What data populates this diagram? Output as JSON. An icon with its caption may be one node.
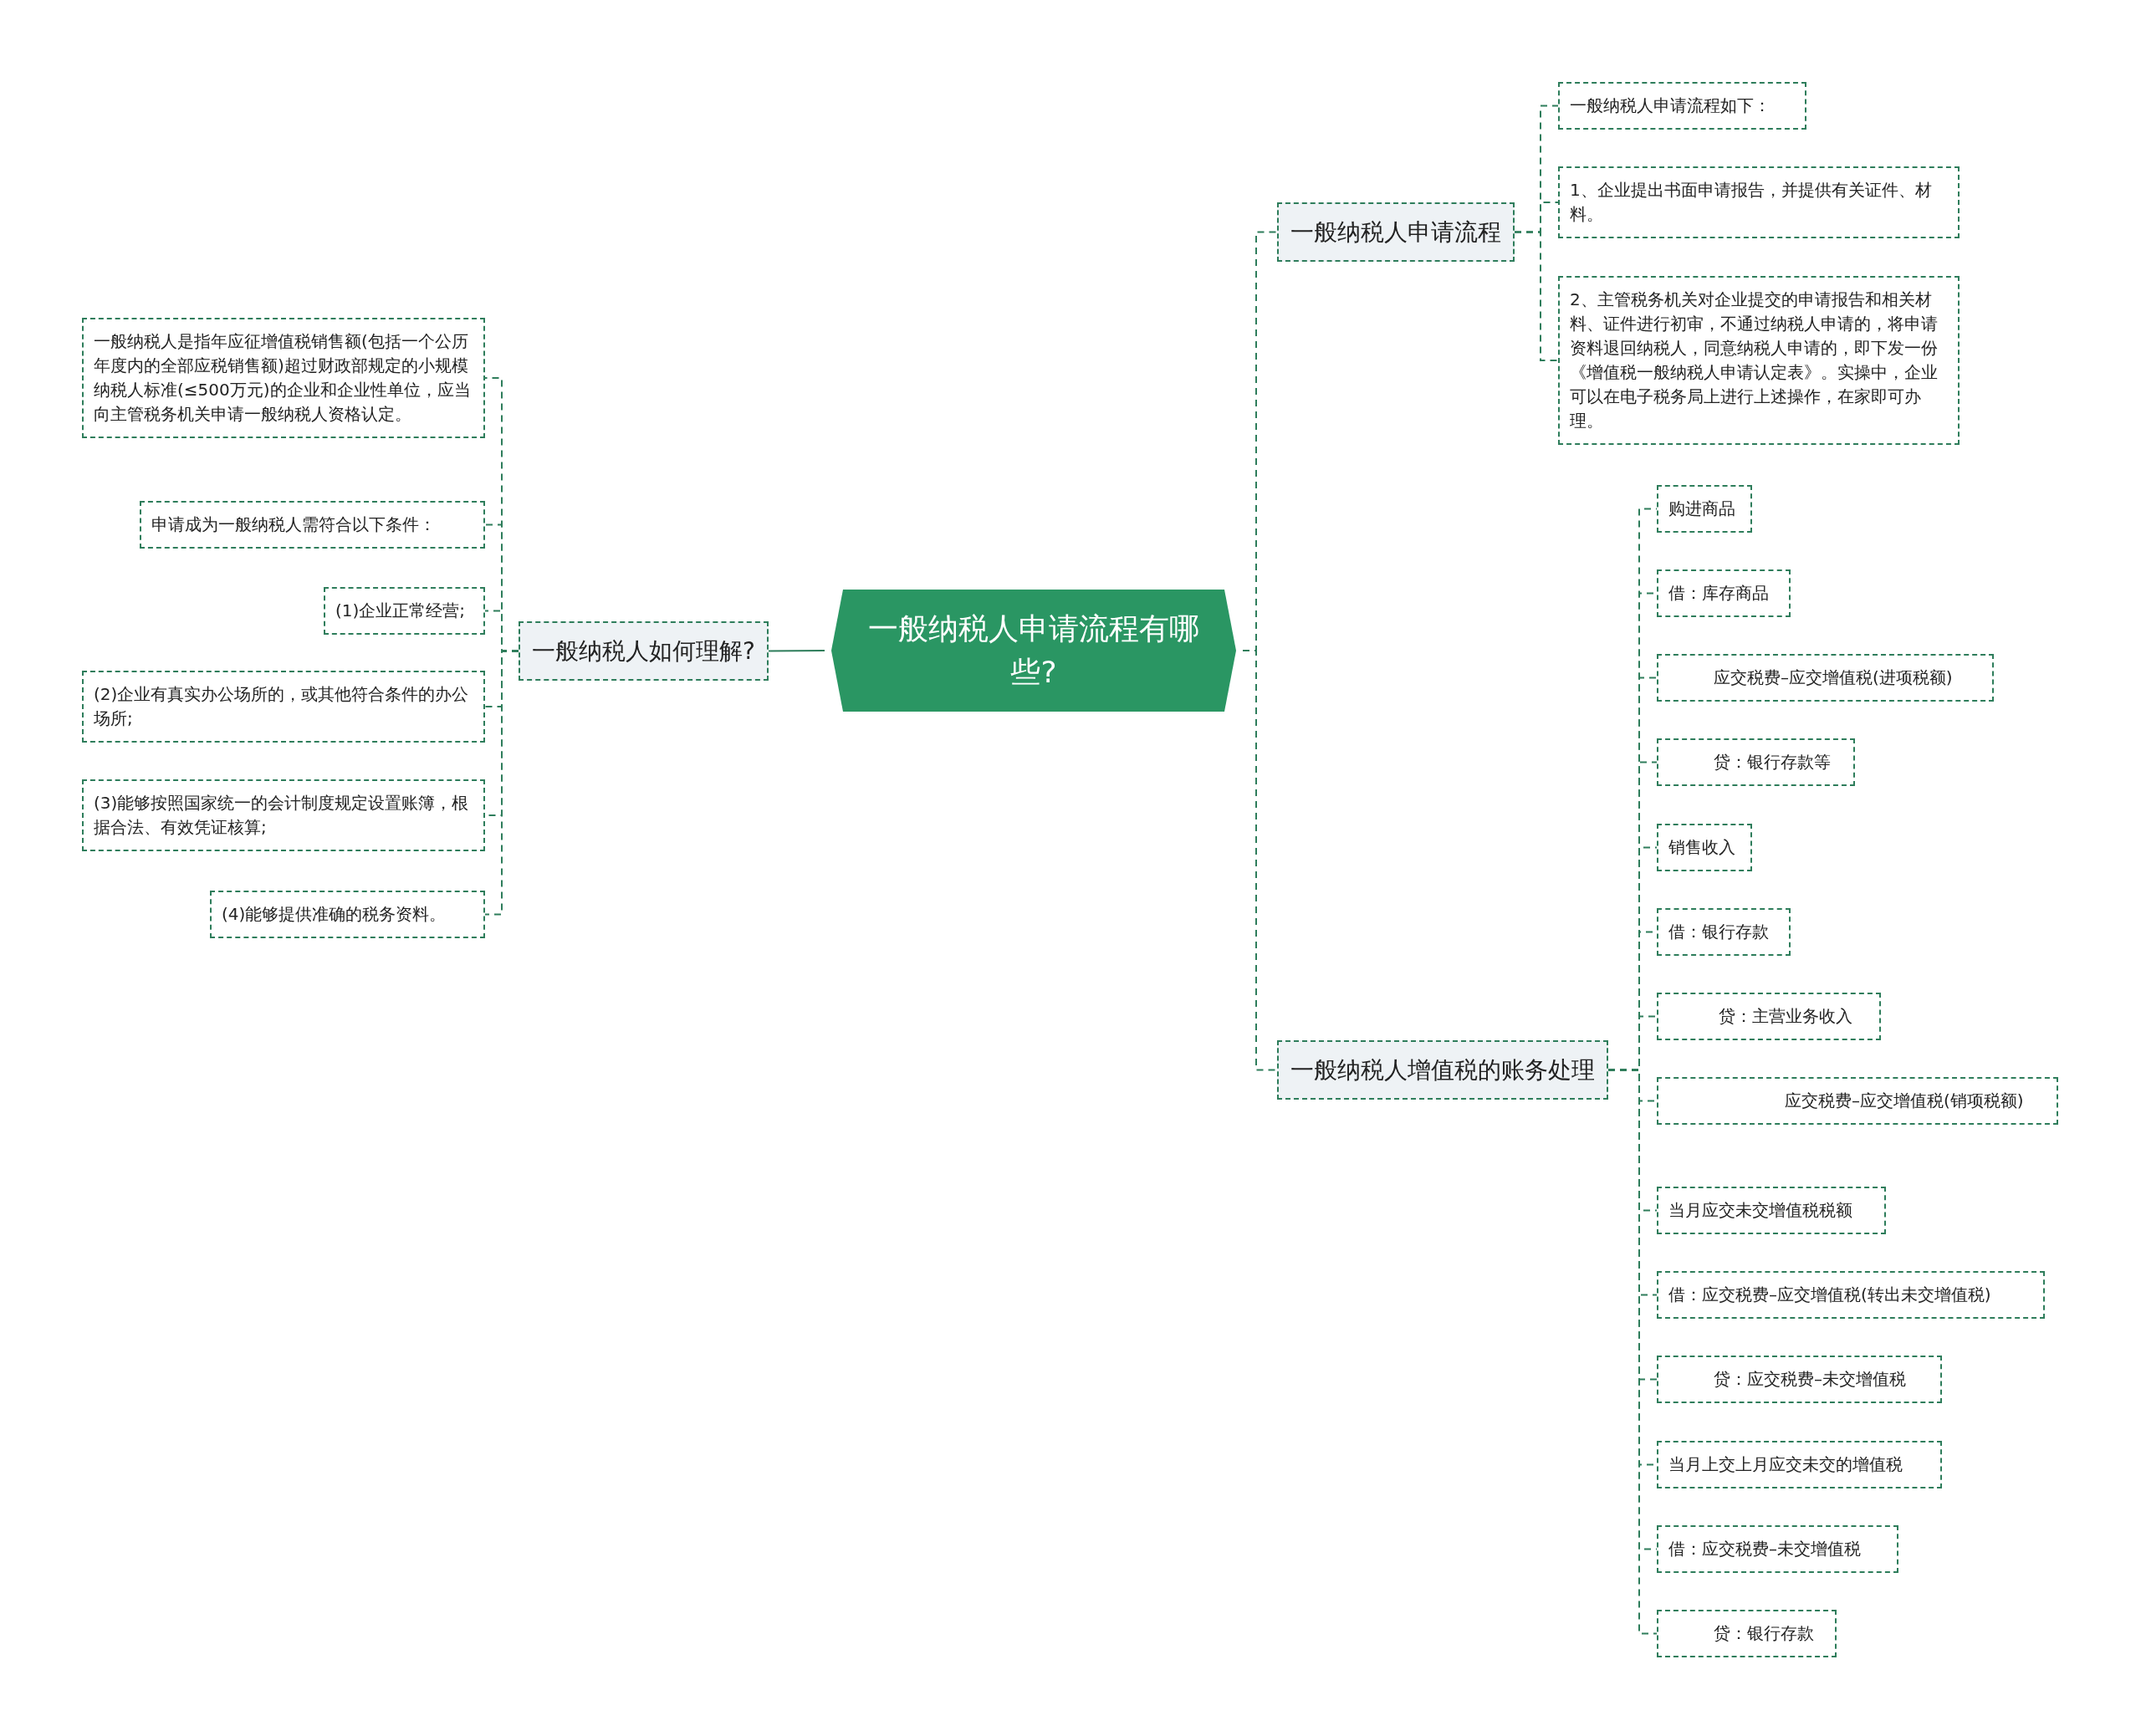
{
  "diagram": {
    "nodes": [
      {
        "text": [
          "一般纳税人申请流程有哪些?"
        ]
      },
      {
        "text": [
          "一般纳税人如何理解?"
        ]
      },
      {
        "text": [
          "一般纳税人是指年应征增值税销售额(包括一个公历年度内的全部应税销售额)超过财政部规定的小规模纳税人标准(≤500万元)的企业和企业性单位，应当向主管税务机关申请一般纳税人资格认定。"
        ]
      },
      {
        "text": [
          "申请成为一般纳税人需符合以下条件："
        ]
      },
      {
        "text": [
          "(1)企业正常经营;"
        ]
      },
      {
        "text": [
          "(2)企业有真实办公场所的，或其他符合条件的办公场所;"
        ]
      },
      {
        "text": [
          "(3)能够按照国家统一的会计制度规定设置账簿，根据合法、有效凭证核算;"
        ]
      },
      {
        "text": [
          "(4)能够提供准确的税务资料。"
        ]
      },
      {
        "text": [
          "一般纳税人申请流程"
        ]
      },
      {
        "text": [
          "一般纳税人申请流程如下："
        ]
      },
      {
        "text": [
          "1、企业提出书面申请报告，并提供有关证件、材料。"
        ]
      },
      {
        "text": [
          "2、主管税务机关对企业提交的申请报告和相关材料、证件进行初审，不通过纳税人申请的，将申请资料退回纳税人，同意纳税人申请的，即下发一份《增值税一般纳税人申请认定表》。实操中，企业可以在电子税务局上进行上述操作，在家即可办理。"
        ]
      },
      {
        "text": [
          "一般纳税人增值税的账务处理"
        ]
      },
      {
        "text": [
          "购进商品"
        ]
      },
      {
        "text": [
          "借：库存商品"
        ]
      },
      {
        "text": [
          "应交税费–应交增值税(进项税额)"
        ]
      },
      {
        "text": [
          "贷：银行存款等"
        ]
      },
      {
        "text": [
          "销售收入"
        ]
      },
      {
        "text": [
          "借：银行存款"
        ]
      },
      {
        "text": [
          "贷：主营业务收入"
        ]
      },
      {
        "text": [
          "应交税费–应交增值税(销项税额)"
        ]
      },
      {
        "text": [
          "当月应交未交增值税税额"
        ]
      },
      {
        "text": [
          "借：应交税费–应交增值税(转出未交增值税)"
        ]
      },
      {
        "text": [
          "贷：应交税费–未交增值税"
        ]
      },
      {
        "text": [
          "当月上交上月应交未交的增值税"
        ]
      },
      {
        "text": [
          "借：应交税费–未交增值税"
        ]
      },
      {
        "text": [
          "贷：银行存款"
        ]
      }
    ],
    "edges": [
      {
        "from": 0,
        "to": 1,
        "arrow": "none"
      },
      {
        "from": 1,
        "to": 2,
        "arrow": "none",
        "style": "dashed"
      },
      {
        "from": 1,
        "to": 3,
        "arrow": "none",
        "style": "dashed"
      },
      {
        "from": 1,
        "to": 4,
        "arrow": "none",
        "style": "dashed"
      },
      {
        "from": 1,
        "to": 5,
        "arrow": "none",
        "style": "dashed"
      },
      {
        "from": 1,
        "to": 6,
        "arrow": "none",
        "style": "dashed"
      },
      {
        "from": 1,
        "to": 7,
        "arrow": "none",
        "style": "dashed"
      },
      {
        "from": 0,
        "to": 8,
        "arrow": "none",
        "style": "dashed"
      },
      {
        "from": 8,
        "to": 9,
        "arrow": "none",
        "style": "dashed"
      },
      {
        "from": 8,
        "to": 10,
        "arrow": "none",
        "style": "dashed"
      },
      {
        "from": 8,
        "to": 11,
        "arrow": "none",
        "style": "dashed"
      },
      {
        "from": 0,
        "to": 12,
        "arrow": "none",
        "style": "dashed"
      },
      {
        "from": 12,
        "to": 13,
        "arrow": "none",
        "style": "dashed"
      },
      {
        "from": 12,
        "to": 14,
        "arrow": "none",
        "style": "dashed"
      },
      {
        "from": 12,
        "to": 15,
        "arrow": "none",
        "style": "dashed"
      },
      {
        "from": 12,
        "to": 16,
        "arrow": "none",
        "style": "dashed"
      },
      {
        "from": 12,
        "to": 17,
        "arrow": "none",
        "style": "dashed"
      },
      {
        "from": 12,
        "to": 18,
        "arrow": "none",
        "style": "dashed"
      },
      {
        "from": 12,
        "to": 19,
        "arrow": "none",
        "style": "dashed"
      },
      {
        "from": 12,
        "to": 20,
        "arrow": "none",
        "style": "dashed"
      },
      {
        "from": 12,
        "to": 21,
        "arrow": "none",
        "style": "dashed"
      },
      {
        "from": 12,
        "to": 22,
        "arrow": "none",
        "style": "dashed"
      },
      {
        "from": 12,
        "to": 23,
        "arrow": "none",
        "style": "dashed"
      },
      {
        "from": 12,
        "to": 24,
        "arrow": "none",
        "style": "dashed"
      },
      {
        "from": 12,
        "to": 25,
        "arrow": "none",
        "style": "dashed"
      },
      {
        "from": 12,
        "to": 26,
        "arrow": "none",
        "style": "dashed"
      }
    ]
  }
}
